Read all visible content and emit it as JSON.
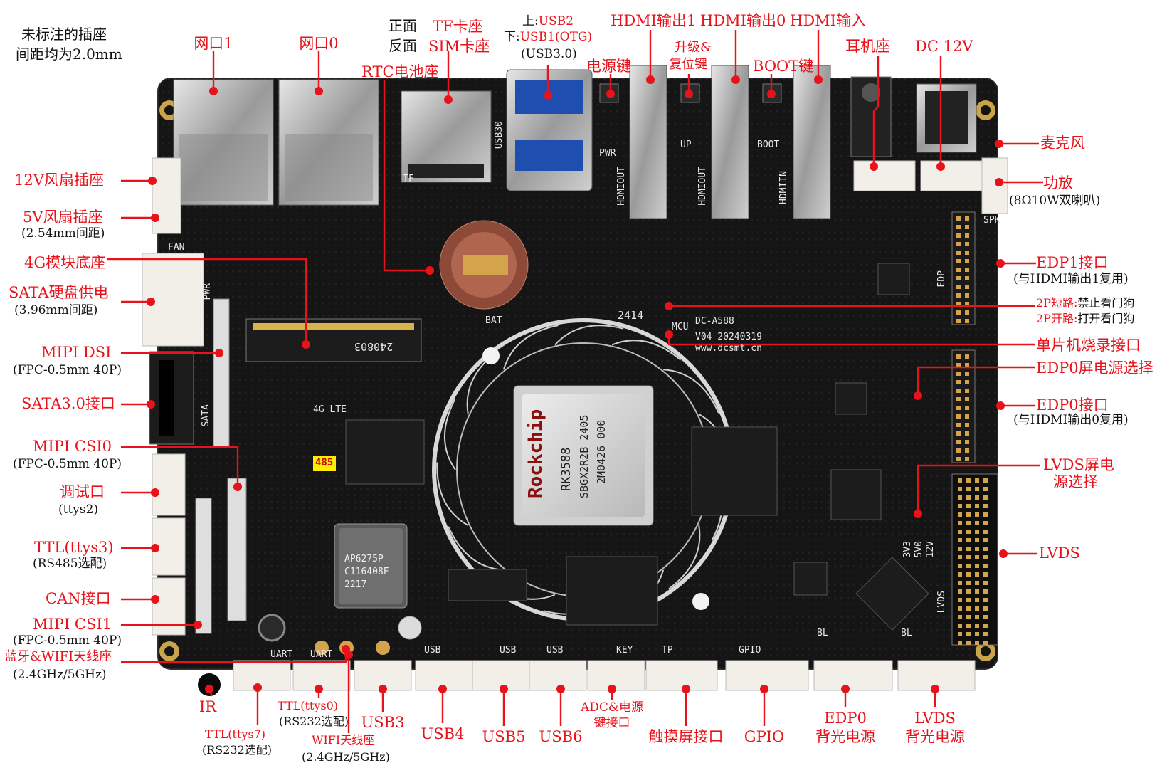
{
  "note": {
    "line1": "未标注的插座",
    "line2": "间距均为2.0mm"
  },
  "top": {
    "eth1": "网口1",
    "eth0": "网口0",
    "tf_front": "正面",
    "tf_back": "反面",
    "tf_card": "TF卡座",
    "sim_card": "SIM卡座",
    "rtc": "RTC电池座",
    "usb_upper_prefix": "上:",
    "usb_upper": "USB2",
    "usb_lower_prefix": "下:",
    "usb_lower": "USB1(OTG)",
    "usb30": "(USB3.0)",
    "power_key": "电源键",
    "hdmi_out1": "HDMI输出1",
    "upgrade": "升级&",
    "reset": "复位键",
    "hdmi_out0": "HDMI输出0",
    "boot": "BOOT键",
    "hdmi_in": "HDMI输入",
    "earphone": "耳机座",
    "dc12v": "DC 12V"
  },
  "left": {
    "fan12": "12V风扇插座",
    "fan5": "5V风扇插座",
    "fan5_sub": "(2.54mm间距)",
    "lte": "4G模块底座",
    "sata_pwr": "SATA硬盘供电",
    "sata_pwr_sub": "(3.96mm间距)",
    "mipi_dsi": "MIPI DSI",
    "mipi_dsi_sub": "(FPC-0.5mm 40P)",
    "sata3": "SATA3.0接口",
    "mipi_csi0": "MIPI CSI0",
    "mipi_csi0_sub": "(FPC-0.5mm 40P)",
    "debug": "调试口",
    "debug_sub": "(ttys2)",
    "ttl3": "TTL(ttys3)",
    "ttl3_sub": "(RS485选配)",
    "can": "CAN接口",
    "mipi_csi1": "MIPI CSI1",
    "mipi_csi1_sub": "(FPC-0.5mm 40P)",
    "bt_wifi_a": "蓝牙&",
    "bt_wifi_b": "WIFI天线座",
    "bt_wifi_sub": "(2.4GHz/5GHz)"
  },
  "right": {
    "mic": "麦克风",
    "amp": "功放",
    "amp_sub": "(8Ω10W双喇叭)",
    "edp1": "EDP1接口",
    "edp1_sub": "(与HDMI输出1复用)",
    "wdt_short_a": "2P短路:",
    "wdt_short_b": "禁止看门狗",
    "wdt_open_a": "2P开路:",
    "wdt_open_b": "打开看门狗",
    "mcu_prog": "单片机烧录接口",
    "edp0_pwr": "EDP0屏电源选择",
    "edp0": "EDP0接口",
    "edp0_sub": "(与HDMI输出0复用)",
    "lvds_pwr_a": "LVDS屏电",
    "lvds_pwr_b": "源选择",
    "lvds": "LVDS"
  },
  "bottom": {
    "ir": "IR",
    "ttl7": "TTL(ttys7)",
    "ttl7_sub": "(RS232选配)",
    "ttl0": "TTL(ttys0)",
    "ttl0_sub": "(RS232选配)",
    "wifi_ant": "WIFI天线座",
    "wifi_ant_sub": "(2.4GHz/5GHz)",
    "usb3": "USB3",
    "usb4": "USB4",
    "usb5": "USB5",
    "usb6": "USB6",
    "adc_a": "ADC&电源",
    "adc_b": "键接口",
    "touch": "触摸屏接口",
    "gpio": "GPIO",
    "edp0_bl_a": "EDP0",
    "edp0_bl_b": "背光电源",
    "lvds_bl_a": "LVDS",
    "lvds_bl_b": "背光电源"
  },
  "silkscreen": {
    "board": "DC-A588",
    "version": "V04 20240319",
    "url": "www.dcsmt.cn",
    "soc_brand": "Rockchip",
    "soc_model": "RK3588",
    "soc_code": "SBGX2R2B 2405",
    "soc_code2": "2M0426 000",
    "wifi_chip_1": "AP6275P",
    "wifi_chip_2": "C116408F",
    "wifi_chip_3": "2217",
    "lte_label": "4G LTE",
    "m2_code": "240803",
    "badge485": "485",
    "bat": "BAT",
    "pwr": "PWR",
    "up": "UP",
    "boot": "BOOT",
    "fan": "FAN",
    "spk": "SPK",
    "edp": "EDP",
    "lvds": "LVDS",
    "sata": "SATA",
    "usb30": "USB30",
    "tf": "TF",
    "hdmiout": "HDMIOUT",
    "hdmiin": "HDMIIN",
    "mcu": "MCU",
    "uart": "UART",
    "usb": "USB",
    "key": "KEY",
    "tp": "TP",
    "gpio": "GPIO",
    "bl": "BL",
    "pwr_side": "PWR",
    "v3": "3V3",
    "v5": "5V0",
    "v12": "12V",
    "year": "2414"
  },
  "colors": {
    "label_red": "#e8121a",
    "pcb": "#141414",
    "leader": "#e8121a"
  }
}
